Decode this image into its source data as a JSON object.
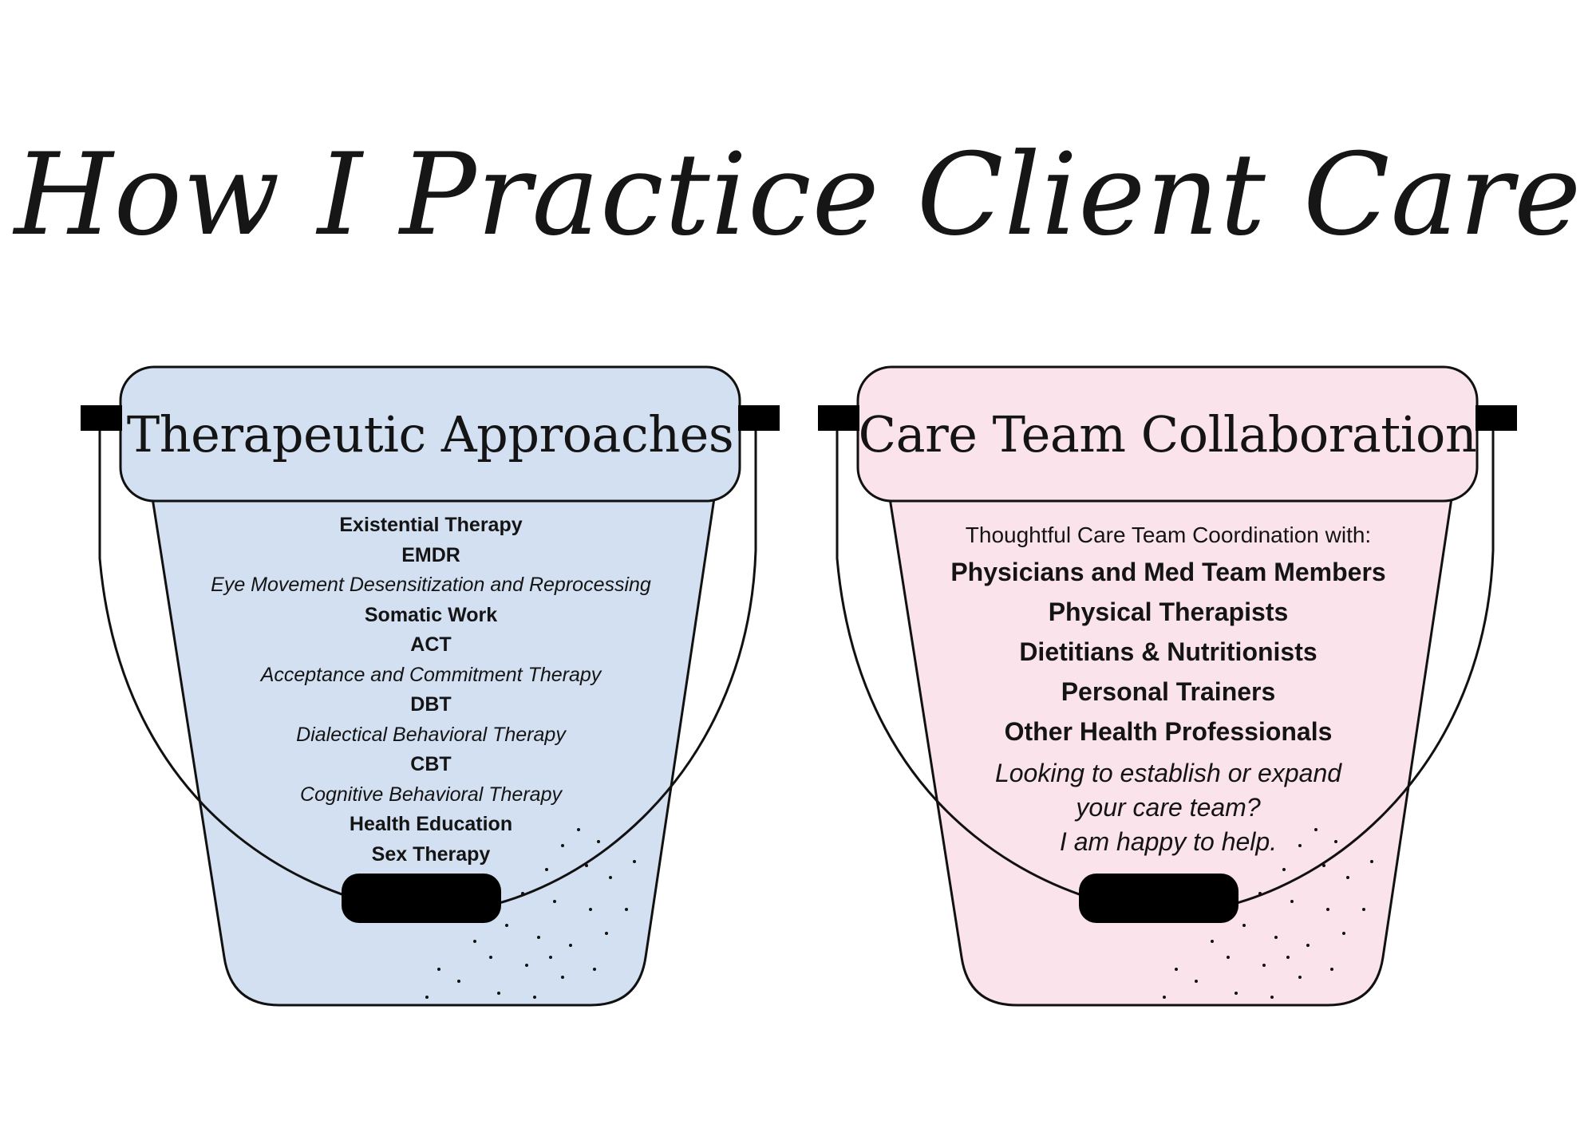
{
  "page_title": "How I Practice Client Care",
  "colors": {
    "left_bucket_fill": "#d3e0f1",
    "right_bucket_fill": "#fbe3ec",
    "outline": "#111111"
  },
  "left_bucket": {
    "title": "Therapeutic Approaches",
    "items": [
      {
        "text": "Existential Therapy",
        "style": "bold"
      },
      {
        "text": "EMDR",
        "style": "bold"
      },
      {
        "text": "Eye Movement Desensitization and Reprocessing",
        "style": "italic"
      },
      {
        "text": "Somatic Work",
        "style": "bold"
      },
      {
        "text": "ACT",
        "style": "bold"
      },
      {
        "text": "Acceptance and Commitment Therapy",
        "style": "italic"
      },
      {
        "text": "DBT",
        "style": "bold"
      },
      {
        "text": "Dialectical Behavioral Therapy",
        "style": "italic"
      },
      {
        "text": "CBT",
        "style": "bold"
      },
      {
        "text": "Cognitive Behavioral Therapy",
        "style": "italic"
      },
      {
        "text": "Health Education",
        "style": "bold"
      },
      {
        "text": "Sex Therapy",
        "style": "bold"
      }
    ]
  },
  "right_bucket": {
    "title": "Care Team Collaboration",
    "intro": "Thoughtful Care Team Coordination with:",
    "members": [
      "Physicians and Med Team Members",
      "Physical Therapists",
      "Dietitians & Nutritionists",
      "Personal Trainers",
      "Other Health Professionals"
    ],
    "cta_lines": [
      "Looking to establish or expand",
      "your care team?",
      "I am happy to help."
    ]
  }
}
